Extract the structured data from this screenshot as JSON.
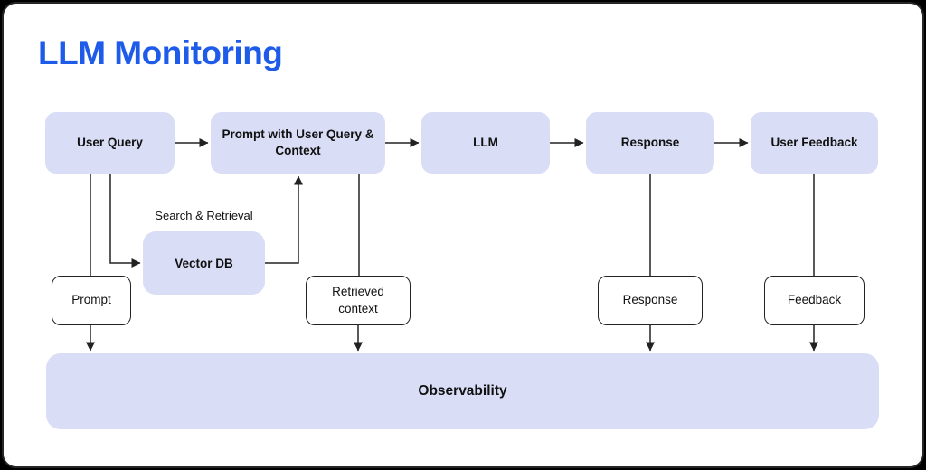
{
  "title": "LLM Monitoring",
  "colors": {
    "title_blue": "#1e5be8",
    "node_fill": "#d9ddf5",
    "sink_fill": "#d9def6",
    "line": "#222222",
    "frame": "#000000"
  },
  "diagram": {
    "flow_nodes": [
      {
        "id": "user-query",
        "label": "User Query"
      },
      {
        "id": "prompt-with-context",
        "label": "Prompt with User Query & Context"
      },
      {
        "id": "llm",
        "label": "LLM"
      },
      {
        "id": "response",
        "label": "Response"
      },
      {
        "id": "user-feedback",
        "label": "User Feedback"
      }
    ],
    "vector_db": {
      "label": "Vector DB",
      "annotation": "Search & Retrieval"
    },
    "capture_nodes": [
      {
        "id": "prompt-capture",
        "label": "Prompt"
      },
      {
        "id": "retrieved-context-capture",
        "label": "Retrieved context"
      },
      {
        "id": "response-capture",
        "label": "Response"
      },
      {
        "id": "feedback-capture",
        "label": "Feedback"
      }
    ],
    "sink": {
      "label": "Observability"
    }
  }
}
